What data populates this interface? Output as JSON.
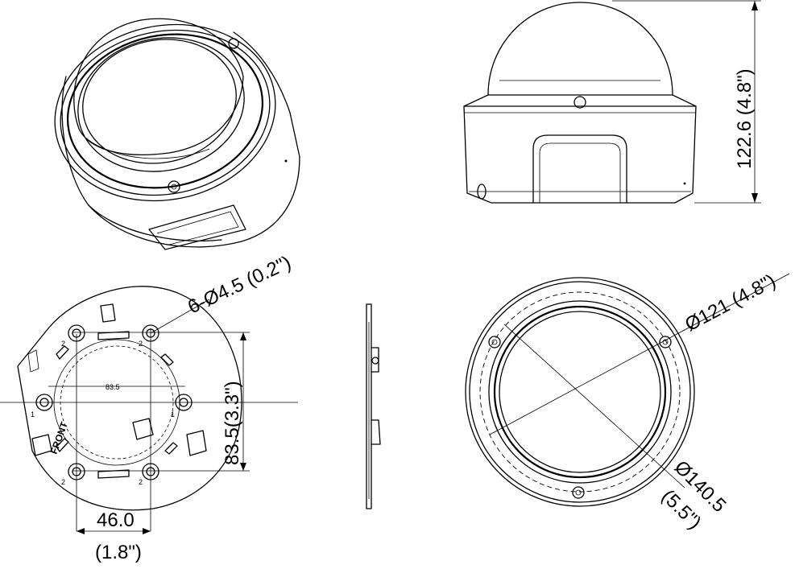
{
  "dimensions": {
    "height_label": "122.6 (4.8\")",
    "screw_label": "6-Ø4.5 (0.2\")",
    "bracket_height_label": "83.5(3.3\")",
    "bracket_width_mm": "46.0",
    "bracket_width_in": "(1.8\")",
    "hole_spacing": "83.5",
    "inner_diameter_label": "Ø121 (4.8\")",
    "outer_diameter_mm": "Ø140.5",
    "outer_diameter_in": "(5.5\")"
  },
  "plate": {
    "front_label": "FRONT",
    "hole_marks": [
      "2",
      "2",
      "1",
      "1",
      "2",
      "2"
    ]
  }
}
